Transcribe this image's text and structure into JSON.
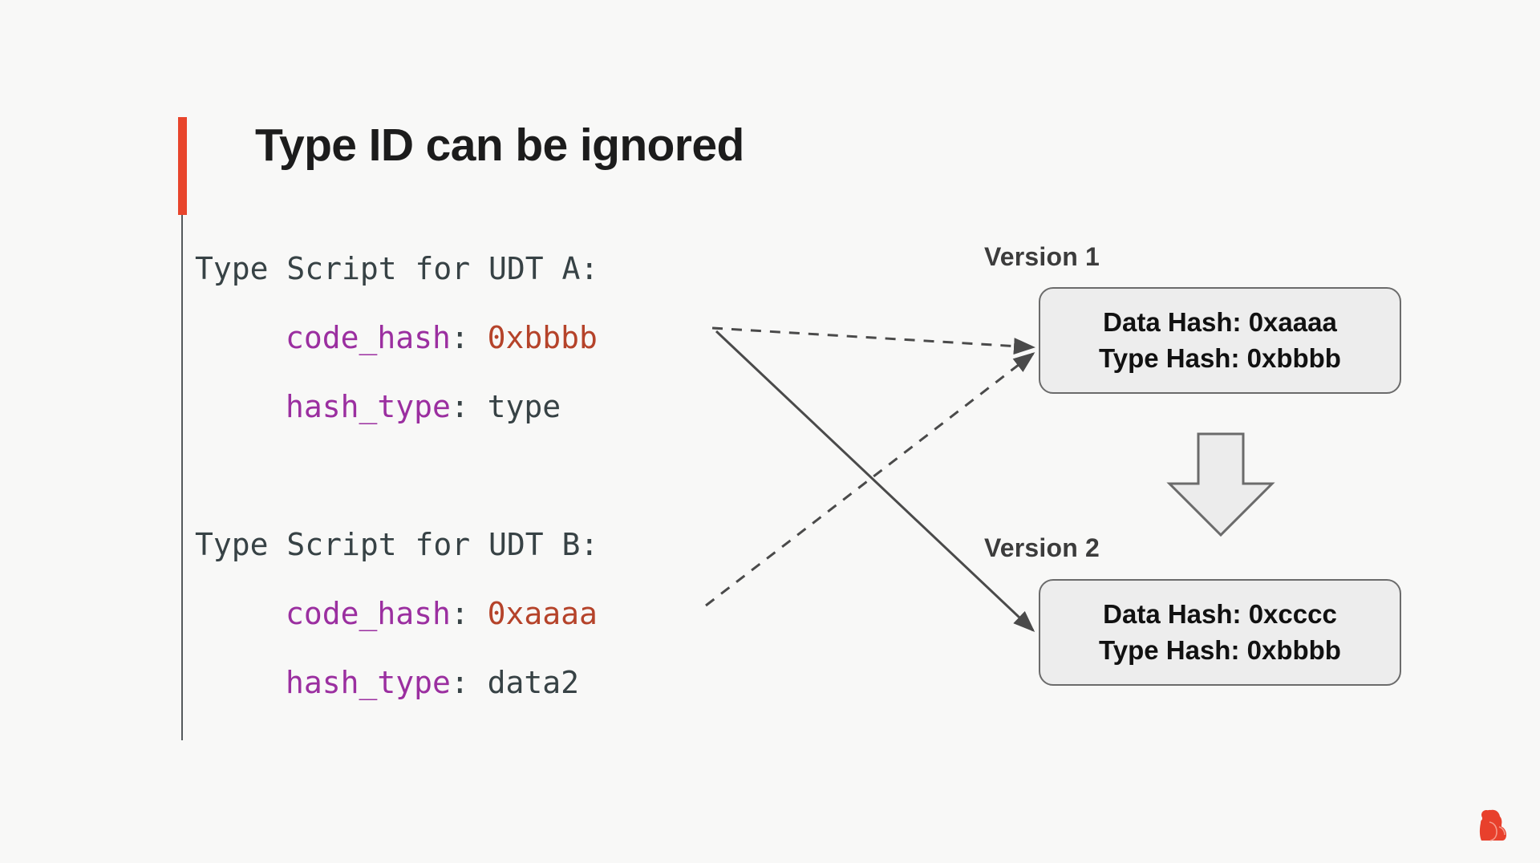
{
  "slide": {
    "title": "Type ID can be ignored",
    "background_color": "#f8f8f7",
    "accent_color": "#e8452c",
    "rule_color": "#555a5c"
  },
  "code": {
    "font": "monospace",
    "colors": {
      "plain": "#374245",
      "key": "#9b2fa0",
      "hex": "#b5432a"
    },
    "blocks": [
      {
        "heading": "Type Script for UDT A:",
        "fields": [
          {
            "key": "code_hash",
            "sep": ": ",
            "value": "0xbbbb",
            "value_kind": "hex"
          },
          {
            "key": "hash_type",
            "sep": ": ",
            "value": "type",
            "value_kind": "plain"
          }
        ]
      },
      {
        "heading": "Type Script for UDT B:",
        "fields": [
          {
            "key": "code_hash",
            "sep": ": ",
            "value": "0xaaaa",
            "value_kind": "hex"
          },
          {
            "key": "hash_type",
            "sep": ": ",
            "value": "data2",
            "value_kind": "plain"
          }
        ]
      }
    ],
    "block_a": {
      "heading": "Type Script for UDT A:",
      "code_hash_key": "code_hash",
      "code_hash_sep": ": ",
      "code_hash_value": "0xbbbb",
      "hash_type_key": "hash_type",
      "hash_type_sep": ": ",
      "hash_type_value": "type"
    },
    "block_b": {
      "heading": "Type Script for UDT B:",
      "code_hash_key": "code_hash",
      "code_hash_sep": ": ",
      "code_hash_value": "0xaaaa",
      "hash_type_key": "hash_type",
      "hash_type_sep": ": ",
      "hash_type_value": "data2"
    }
  },
  "diagram": {
    "version1": {
      "label": "Version 1",
      "data_hash": "Data Hash: 0xaaaa",
      "type_hash": "Type Hash: 0xbbbb"
    },
    "version2": {
      "label": "Version 2",
      "data_hash": "Data Hash: 0xcccc",
      "type_hash": "Type Hash: 0xbbbb"
    },
    "box_fill": "#ededed",
    "box_border": "#6b6b6b",
    "connector_color": "#4a4a4a",
    "block_arrow_fill": "#ececec",
    "block_arrow_border": "#6b6b6b",
    "connectors": [
      {
        "from": "udt-a-code-hash",
        "to": "version1-box",
        "style": "dashed"
      },
      {
        "from": "udt-a-code-hash",
        "to": "version2-box",
        "style": "solid"
      },
      {
        "from": "udt-b-code-hash",
        "to": "version1-box",
        "style": "dashed"
      }
    ]
  },
  "brand": {
    "logo_name": "nervos-gorilla-logo",
    "logo_color": "#e8402c"
  }
}
